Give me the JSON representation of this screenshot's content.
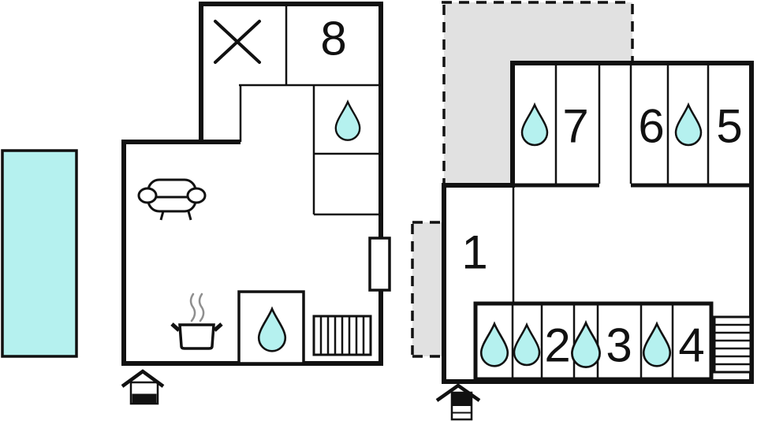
{
  "colors": {
    "line": "#111111",
    "water": "#b5f1ef",
    "terrace": "#e1e1e1",
    "steam": "#8f8f8f"
  },
  "icons": {
    "water_drop": "teardrop",
    "entrance": "house-marker",
    "stairs": "hatched-rectangle",
    "void": "x-cross",
    "pool": "cyan-rectangle",
    "sofa": "sofa-front",
    "cooker": "steaming-pot"
  },
  "labels": {
    "room1": "1",
    "room2": "2",
    "room3": "3",
    "room4": "4",
    "room5": "5",
    "room6": "6",
    "room7": "7",
    "room8": "8"
  }
}
